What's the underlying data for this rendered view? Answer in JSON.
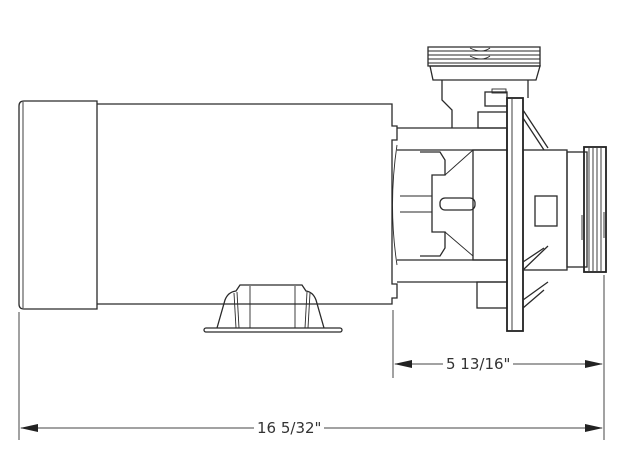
{
  "drawing": {
    "subject": "pump side-view line drawing",
    "line_color": "#2a2a2a",
    "background": "#ffffff"
  },
  "dimensions": {
    "pump_head_length": "5 13/16\"",
    "overall_length": "16 5/32\""
  }
}
